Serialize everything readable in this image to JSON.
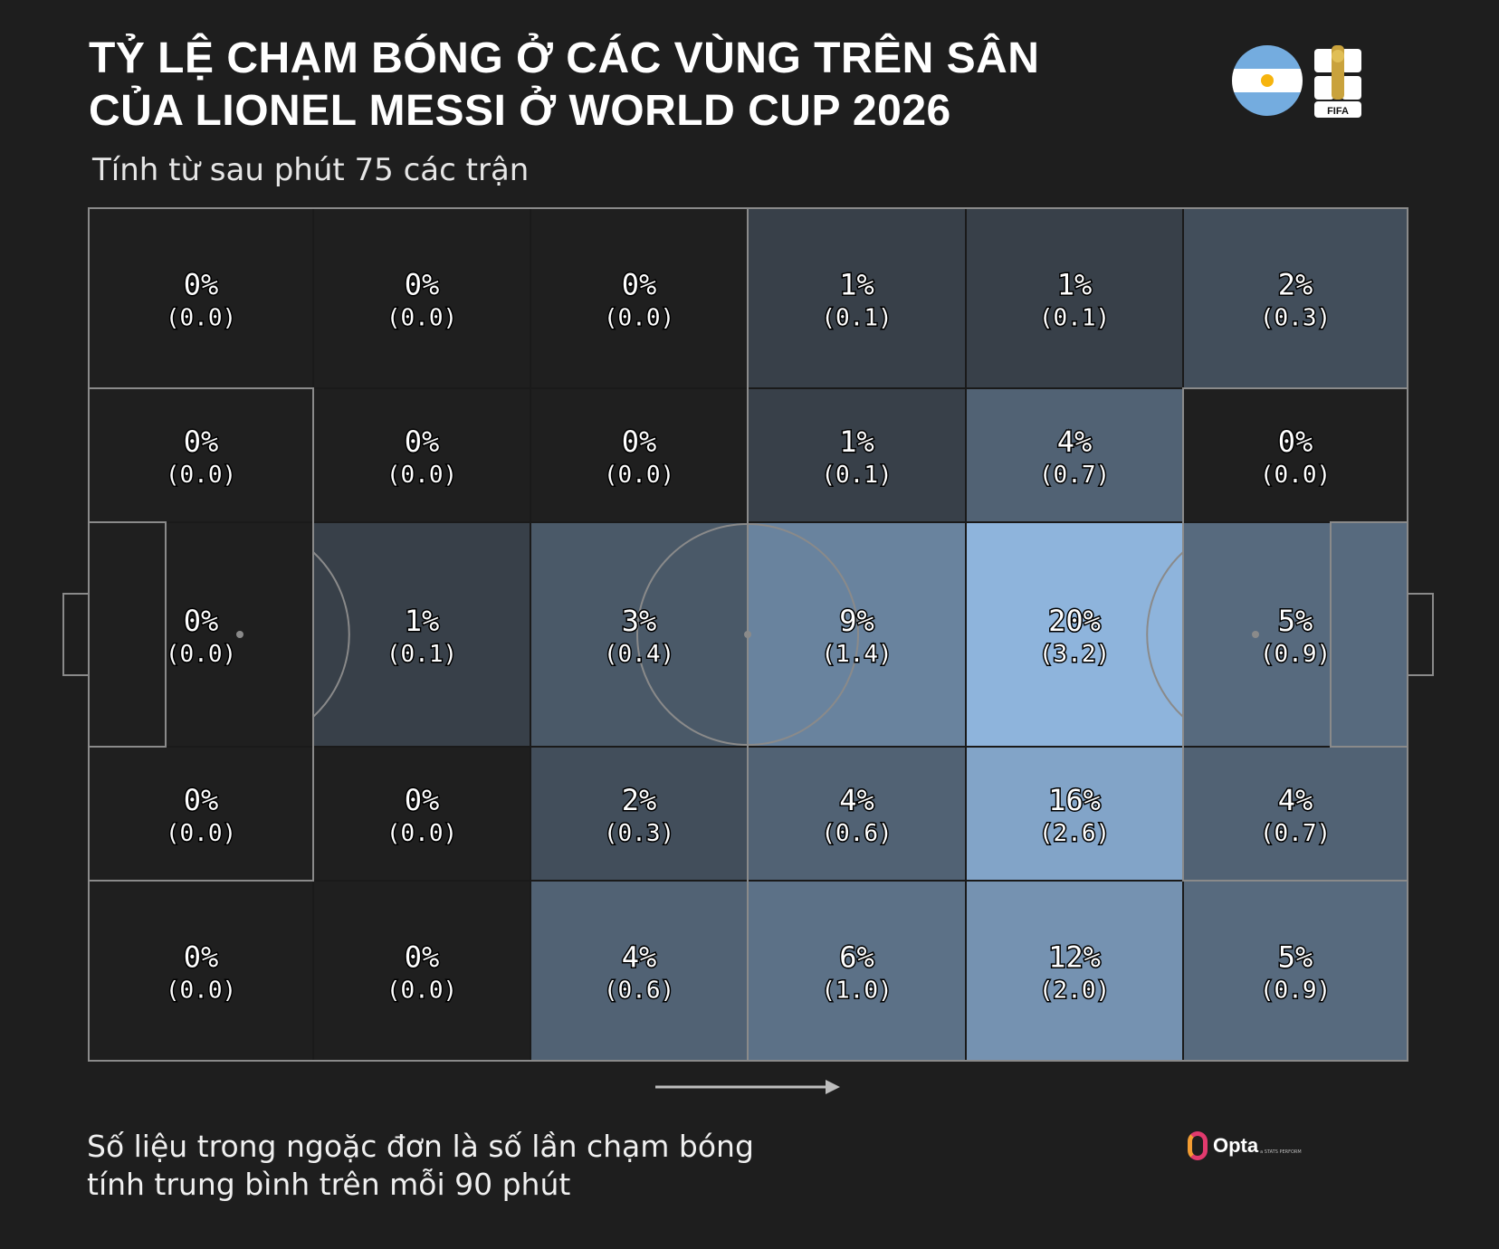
{
  "header": {
    "title_line1": "TỶ LỆ CHẠM BÓNG Ở CÁC VÙNG TRÊN SÂN",
    "title_line2": "CỦA LIONEL MESSI Ở WORLD CUP 2026",
    "subtitle": "Tính từ sau phút 75 các trận"
  },
  "logos": {
    "flag": "argentina-flag",
    "world_cup_logo": "FIFA",
    "opta_name": "Opta",
    "opta_sub": "a STATS PERFORM"
  },
  "footnote": {
    "line1": "Số liệu trong ngoặc đơn là số lần chạm bóng",
    "line2": "tính trung bình trên mỗi 90 phút"
  },
  "colors": {
    "background": "#1e1e1e",
    "zone_low": "#1f1f1f",
    "zone_high": "#8eb4dc",
    "pitch_lines": "#8a8a8a"
  },
  "chart_data": {
    "type": "heatmap",
    "rows": 5,
    "cols": 6,
    "attack_direction": "left-to-right",
    "cells": [
      [
        {
          "pct": "0%",
          "val": "(0.0)"
        },
        {
          "pct": "0%",
          "val": "(0.0)"
        },
        {
          "pct": "0%",
          "val": "(0.0)"
        },
        {
          "pct": "1%",
          "val": "(0.1)"
        },
        {
          "pct": "1%",
          "val": "(0.1)"
        },
        {
          "pct": "2%",
          "val": "(0.3)"
        }
      ],
      [
        {
          "pct": "0%",
          "val": "(0.0)"
        },
        {
          "pct": "0%",
          "val": "(0.0)"
        },
        {
          "pct": "0%",
          "val": "(0.0)"
        },
        {
          "pct": "1%",
          "val": "(0.1)"
        },
        {
          "pct": "4%",
          "val": "(0.7)"
        },
        {
          "pct": "0%",
          "val": "(0.0)"
        }
      ],
      [
        {
          "pct": "0%",
          "val": "(0.0)"
        },
        {
          "pct": "1%",
          "val": "(0.1)"
        },
        {
          "pct": "3%",
          "val": "(0.4)"
        },
        {
          "pct": "9%",
          "val": "(1.4)"
        },
        {
          "pct": "20%",
          "val": "(3.2)"
        },
        {
          "pct": "5%",
          "val": "(0.9)"
        }
      ],
      [
        {
          "pct": "0%",
          "val": "(0.0)"
        },
        {
          "pct": "0%",
          "val": "(0.0)"
        },
        {
          "pct": "2%",
          "val": "(0.3)"
        },
        {
          "pct": "4%",
          "val": "(0.6)"
        },
        {
          "pct": "16%",
          "val": "(2.6)"
        },
        {
          "pct": "4%",
          "val": "(0.7)"
        }
      ],
      [
        {
          "pct": "0%",
          "val": "(0.0)"
        },
        {
          "pct": "0%",
          "val": "(0.0)"
        },
        {
          "pct": "4%",
          "val": "(0.6)"
        },
        {
          "pct": "6%",
          "val": "(1.0)"
        },
        {
          "pct": "12%",
          "val": "(2.0)"
        },
        {
          "pct": "5%",
          "val": "(0.9)"
        }
      ]
    ],
    "values": [
      [
        0,
        0,
        0,
        1,
        1,
        2
      ],
      [
        0,
        0,
        0,
        1,
        4,
        0
      ],
      [
        0,
        1,
        3,
        9,
        20,
        5
      ],
      [
        0,
        0,
        2,
        4,
        16,
        4
      ],
      [
        0,
        0,
        4,
        6,
        12,
        5
      ]
    ],
    "vmax": 20
  }
}
